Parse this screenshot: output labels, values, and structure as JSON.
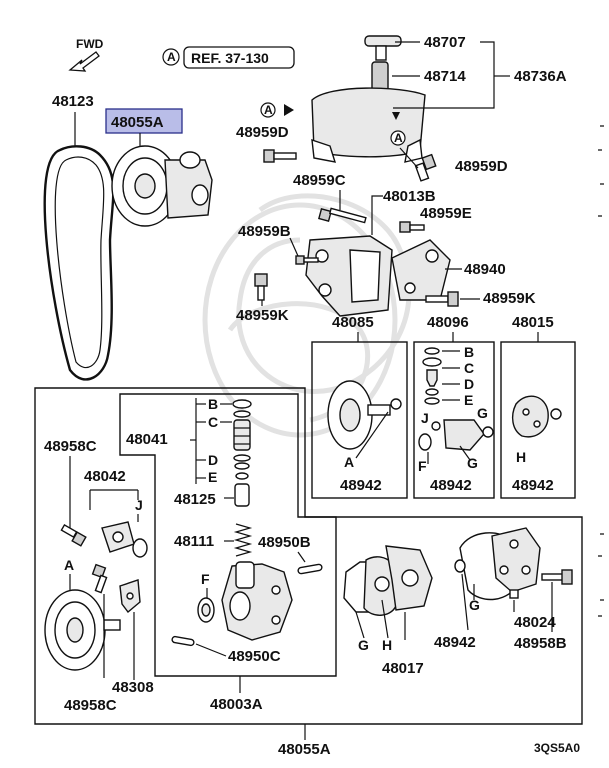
{
  "diagram": {
    "fwd_label": "FWD",
    "ref_marker": "A",
    "ref_text": "REF. 37-130",
    "footer_code": "3QS5A0",
    "callouts": {
      "p48707": "48707",
      "p48714": "48714",
      "p48736A": "48736A",
      "p48959D_left": "48959D",
      "p48959D_right": "48959D",
      "p48123": "48123",
      "p48055A_top": "48055A",
      "p48959C_top": "48959C",
      "p48013B": "48013B",
      "p48959E": "48959E",
      "p48959B": "48959B",
      "p48940": "48940",
      "p48959K_right": "48959K",
      "p48959K_left": "48959K",
      "p48085": "48085",
      "p48096": "48096",
      "p48015": "48015",
      "p48942_a": "48942",
      "p48942_b": "48942",
      "p48942_c": "48942",
      "p48958C_top": "48958C",
      "p48042": "48042",
      "p48041": "48041",
      "p48125": "48125",
      "p48111": "48111",
      "p48950B": "48950B",
      "p48950C": "48950C",
      "p48003A": "48003A",
      "p48308": "48308",
      "p48958C_bottom": "48958C",
      "p48017": "48017",
      "p48942_d": "48942",
      "p48024": "48024",
      "p48958B": "48958B",
      "p48055A_bottom": "48055A"
    },
    "letters": {
      "A_top1": "A",
      "A_top2": "A",
      "A_85": "A",
      "B_96": "B",
      "C_96": "C",
      "D_96": "D",
      "E_96": "E",
      "J_96": "J",
      "F_96": "F",
      "G_96a": "G",
      "G_96b": "G",
      "H_15": "H",
      "B_41": "B",
      "C_41": "C",
      "D_41": "D",
      "E_41": "E",
      "J_42": "J",
      "A_pulley": "A",
      "F_body": "F",
      "G_17": "G",
      "H_17": "H",
      "G_24": "G"
    },
    "highlight_color": "#b9bde8"
  }
}
